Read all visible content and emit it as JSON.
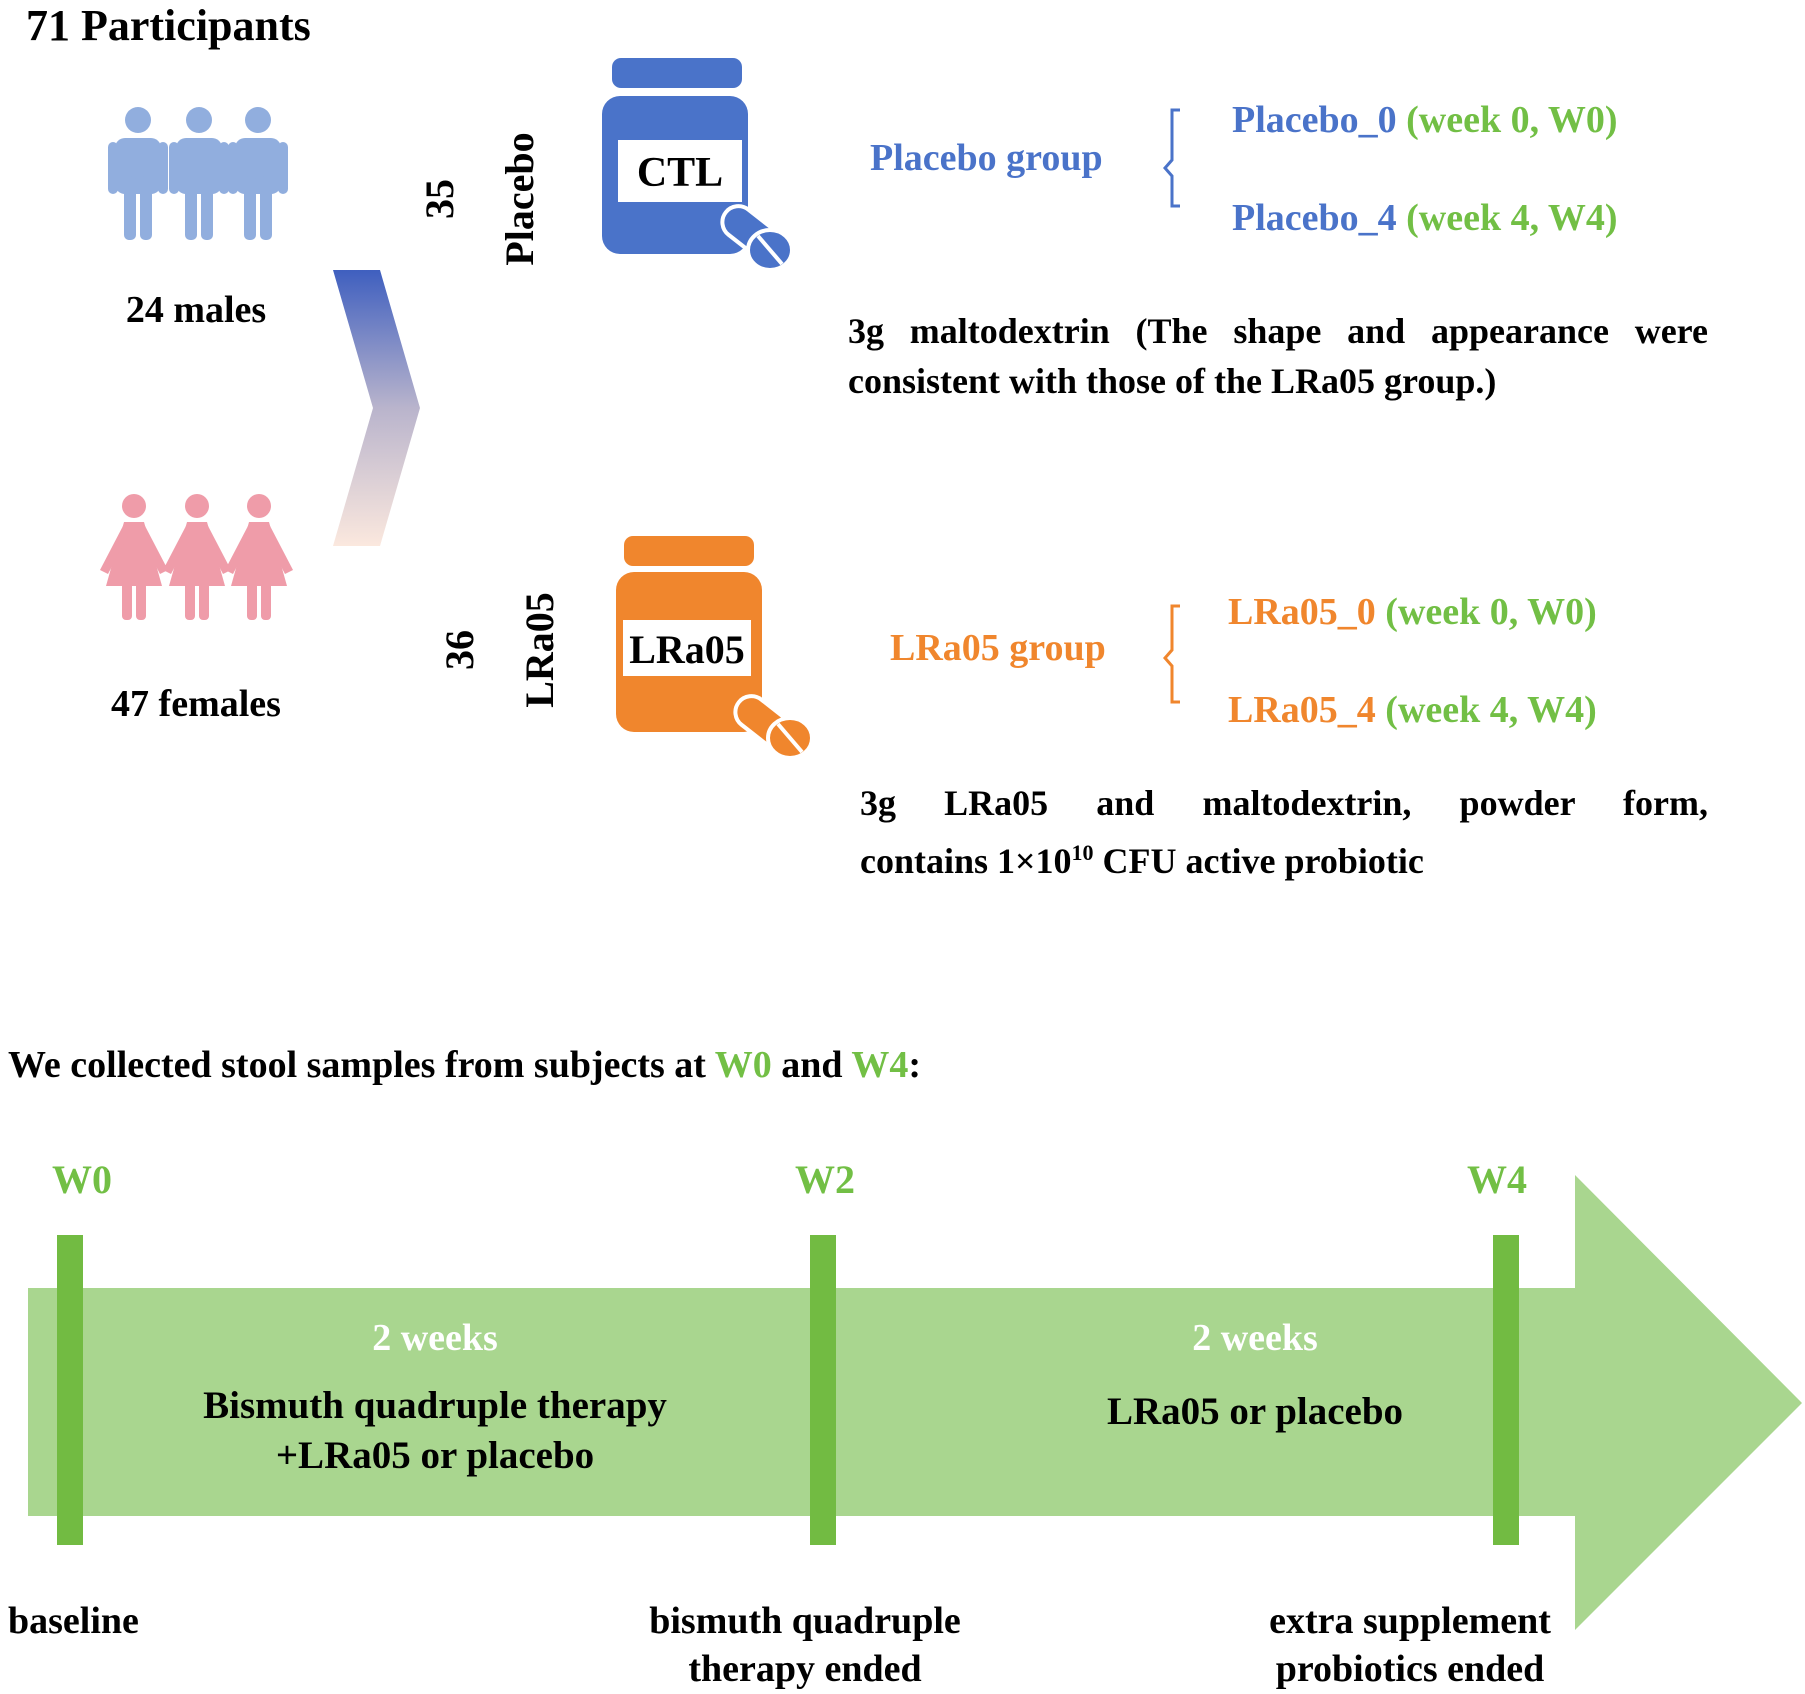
{
  "title": "71 Participants",
  "participants": {
    "males_label": "24 males",
    "females_label": "47 females"
  },
  "arms": {
    "placebo": {
      "vertical_name": "Placebo",
      "vertical_count": "35",
      "bottle_label": "CTL",
      "group_label": "Placebo group",
      "sample_0_prefix": "Placebo_0",
      "sample_0_suffix": " (week 0, W0)",
      "sample_4_prefix": "Placebo_4",
      "sample_4_suffix": " (week 4, W4)",
      "description": "3g maltodextrin (The shape and appearance were consistent with those of the LRa05 group.)"
    },
    "lra05": {
      "vertical_name": "LRa05",
      "vertical_count": "36",
      "bottle_label": "LRa05",
      "group_label": "LRa05 group",
      "sample_0_prefix": "LRa05_0",
      "sample_0_suffix": " (week 0, W0)",
      "sample_4_prefix": "LRa05_4",
      "sample_4_suffix": " (week 4, W4)",
      "description_a": "3g LRa05 and maltodextrin, powder form,",
      "description_b_pre": "contains 1×10",
      "description_b_exp": "10",
      "description_b_post": " CFU active probiotic"
    }
  },
  "collection_sentence": {
    "part1": "We collected stool samples from subjects at ",
    "w0": "W0",
    "part2": " and ",
    "w4": "W4",
    "part3": ":"
  },
  "timeline": {
    "markers": [
      "W0",
      "W2",
      "W4"
    ],
    "segment1": {
      "duration": "2 weeks",
      "line1": "Bismuth quadruple therapy",
      "line2": "+LRa05 or placebo"
    },
    "segment2": {
      "duration": "2 weeks",
      "line1": "LRa05 or placebo"
    },
    "bottom_labels": {
      "w0": "baseline",
      "w2_line1": "bismuth quadruple",
      "w2_line2": "therapy ended",
      "w4_line1": "extra supplement",
      "w4_line2": "probiotics ended"
    }
  },
  "colors": {
    "male": "#91aede",
    "female": "#ef9ca9",
    "placebo": "#4a73c9",
    "lra05": "#f0862d",
    "green_text": "#72bf45",
    "timeline_band": "#a9d68f",
    "timeline_tick": "#72bb42"
  },
  "icons": [
    "male-person-icon",
    "female-person-icon",
    "pill-bottle-icon",
    "capsule-icon",
    "chevron-arrow-icon",
    "bracket-icon",
    "timeline-arrow-icon"
  ]
}
